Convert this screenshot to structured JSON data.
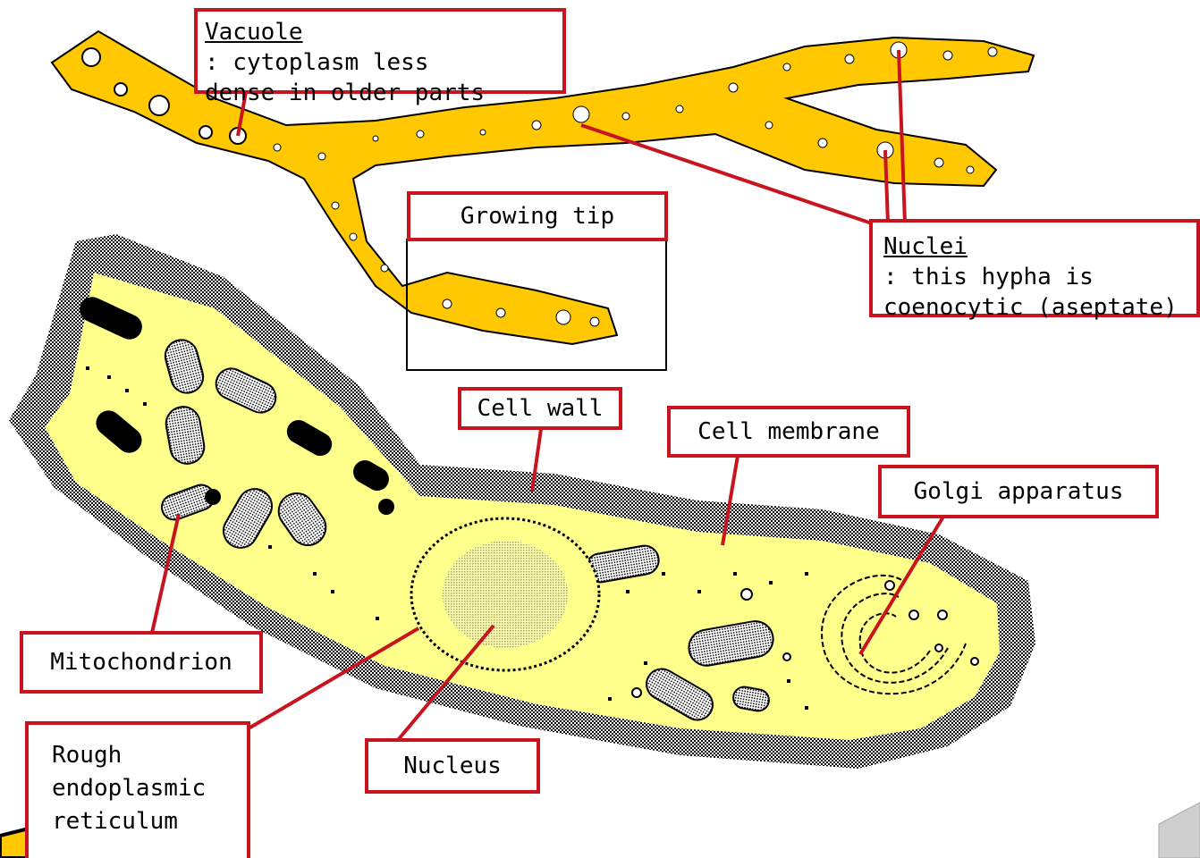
{
  "labels": {
    "vacuole": {
      "term": "Vacuole",
      "text": ": cytoplasm less",
      "text2": "dense in older parts"
    },
    "growing_tip": "Growing tip",
    "nuclei": {
      "term": "Nuclei",
      "text": ": this hypha is",
      "text2": "coenocytic (aseptate)"
    },
    "cell_wall": "Cell wall",
    "cell_membrane": "Cell membrane",
    "golgi": "Golgi apparatus",
    "mitochondrion": "Mitochondrion",
    "nucleus": "Nucleus",
    "rer": {
      "line1": "Rough",
      "line2": "endoplasmic",
      "line3": "reticulum"
    }
  },
  "colors": {
    "hypha_fill": "#ffc800",
    "cell_fill": "#ffff8c",
    "label_border": "#c8141e",
    "wall_stipple": "#000000",
    "organelle_dark": "#000000"
  }
}
